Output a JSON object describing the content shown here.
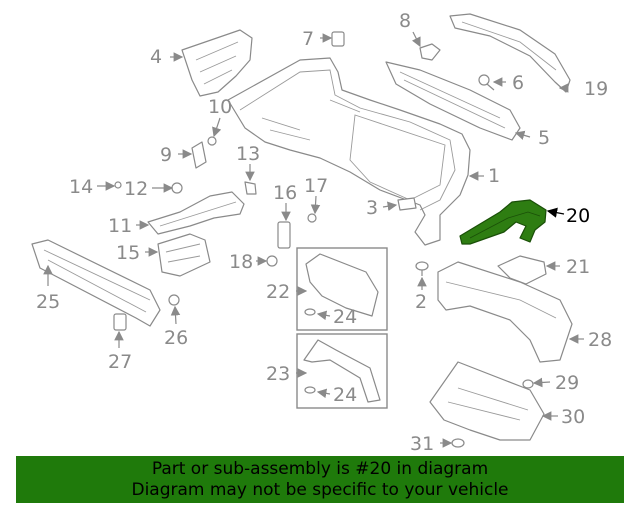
{
  "callouts": {
    "c1": "1",
    "c2": "2",
    "c4": "4",
    "c5": "5",
    "c6": "6",
    "c7": "7",
    "c8": "8",
    "c9": "9",
    "c10": "10",
    "c11": "11",
    "c12": "12",
    "c13": "13",
    "c14": "14",
    "c15": "15",
    "c16": "16",
    "c17": "17",
    "c18": "18",
    "c19": "19",
    "c20": "20",
    "c21": "21",
    "c22": "22",
    "c23": "23",
    "c24a": "24",
    "c24b": "24",
    "c25": "25",
    "c26": "26",
    "c27": "27",
    "c28": "28",
    "c29": "29",
    "c30": "30",
    "c31": "31",
    "c3": "3"
  },
  "highlight_color": "#2e7d12",
  "banner": {
    "line1": "Part or sub-assembly is #20 in diagram",
    "line2": "Diagram may not be specific to your vehicle",
    "color": "#1f7a0b"
  }
}
